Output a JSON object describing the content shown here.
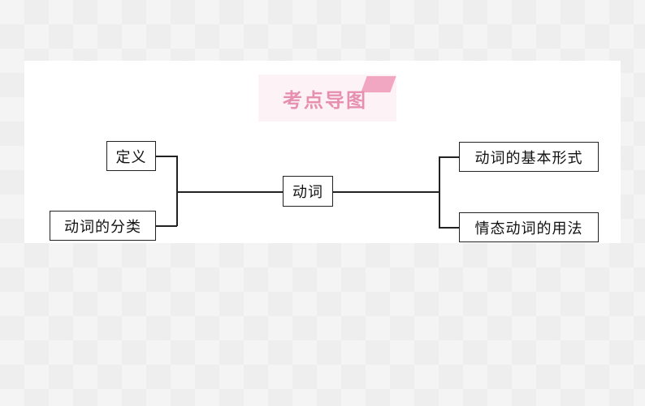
{
  "header": {
    "title": "考点导图"
  },
  "center": "动词",
  "left": [
    "定义",
    "动词的分类"
  ],
  "right": [
    "动词的基本形式",
    "情态动词的用法"
  ]
}
